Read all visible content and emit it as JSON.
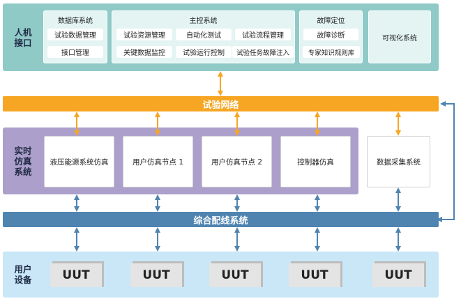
{
  "hmi": {
    "label_lines": [
      "人机",
      "接口"
    ],
    "database": {
      "title": "数据库系统",
      "items": [
        "试验数据管理",
        "接口管理"
      ]
    },
    "master": {
      "title": "主控系统",
      "items": [
        "试验资源管理",
        "自动化测试",
        "试验流程管理",
        "关键数据监控",
        "试验运行控制",
        "试验任务故障注入"
      ]
    },
    "fault": {
      "title": "故障定位",
      "items": [
        "故障诊断",
        "专家知识规则库"
      ]
    },
    "visualization": "可视化系统"
  },
  "network_bar": "试验网络",
  "sim": {
    "label_lines": [
      "实时",
      "仿真",
      "系统"
    ],
    "boxes": [
      "液压能源系统仿真",
      "用户仿真节点 1",
      "用户仿真节点 2",
      "控制器仿真"
    ]
  },
  "data_acq": "数据采集系统",
  "wiring_bar": "综合配线系统",
  "user": {
    "label_lines": [
      "用户",
      "设备"
    ],
    "uuts": [
      "UUT",
      "UUT",
      "UUT",
      "UUT",
      "UUT"
    ]
  },
  "colors": {
    "orange_arrow": "#f6a623",
    "blue_arrow": "#4f84b0",
    "hmi_band": "#8fcac7",
    "sim_band": "#ac9fcb",
    "user_band": "#c9e7f6"
  }
}
